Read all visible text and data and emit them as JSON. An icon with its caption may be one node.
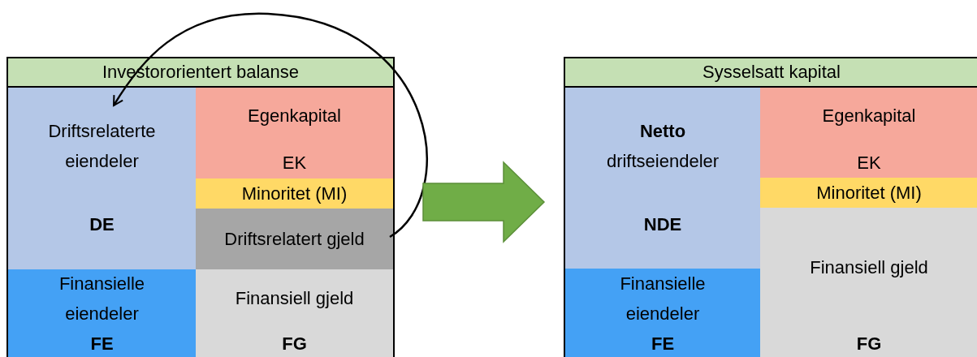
{
  "diagram": {
    "nodes": [
      {
        "text": [
          "Investororientert balanse"
        ]
      },
      {
        "text": [
          "Driftsrelaterte eiendeler",
          "DE"
        ],
        "in": 0
      },
      {
        "text": [
          "Egenkapital",
          "EK"
        ],
        "in": 0
      },
      {
        "text": [
          "Minoritet (MI)"
        ],
        "in": 0
      },
      {
        "text": [
          "Driftsrelatert gjeld"
        ],
        "in": 0
      },
      {
        "text": [
          "Finansielle eiendeler",
          "FE"
        ],
        "in": 0
      },
      {
        "text": [
          "Finansiell gjeld",
          "FG"
        ],
        "in": 0
      },
      {
        "text": [
          "Sysselsatt kapital"
        ]
      },
      {
        "text": [
          "**Netto** driftseiendeler",
          "NDE"
        ],
        "in": 7
      },
      {
        "text": [
          "Egenkapital",
          "EK"
        ],
        "in": 7
      },
      {
        "text": [
          "Minoritet (MI)"
        ],
        "in": 7
      },
      {
        "text": [
          "Finansielle eiendeler",
          "FE"
        ],
        "in": 7
      },
      {
        "text": [
          "Finansiell gjeld",
          "FG"
        ],
        "in": 7
      }
    ],
    "edges": [
      {
        "from": 4,
        "to": 1,
        "arrow": "to"
      },
      {
        "from": 0,
        "to": 7,
        "arrow": "to",
        "style": "thick",
        "color": "#70ad47"
      }
    ]
  }
}
